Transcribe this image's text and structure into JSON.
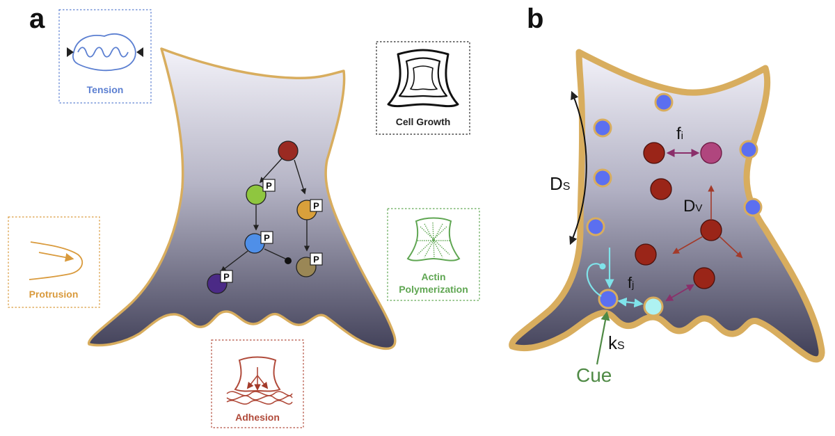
{
  "panels": {
    "a": "a",
    "b": "b"
  },
  "panel_a": {
    "boxes": {
      "tension": {
        "label": "Tension",
        "color": "#5b7fd1"
      },
      "cell_growth": {
        "label": "Cell Growth",
        "color": "#222222"
      },
      "protrusion": {
        "label": "Protrusion",
        "color": "#d99a3c"
      },
      "actin": {
        "label_line1": "Actin",
        "label_line2": "Polymerization",
        "color": "#5fa652"
      },
      "adhesion": {
        "label": "Adhesion",
        "color": "#b04a3a"
      }
    },
    "phospho_label": "P"
  },
  "panel_b": {
    "labels": {
      "f_i": "f",
      "f_i_sub": "i",
      "f_j": "f",
      "f_j_sub": "j",
      "d_s": "D",
      "d_s_sub": "S",
      "d_v": "D",
      "d_v_sub": "V",
      "k_s": "k",
      "k_s_sub": "S",
      "cue": "Cue"
    }
  },
  "colors": {
    "membrane": "#d8ad5e",
    "cell_top": "#f2f1f8",
    "cell_bottom": "#45445a",
    "surface_molecule": "#5b6ff0",
    "volume_molecule": "#9a2518",
    "magenta_molecule": "#b0467e",
    "cyan_molecule": "#aef2f2",
    "cue_green": "#4f8a45"
  }
}
